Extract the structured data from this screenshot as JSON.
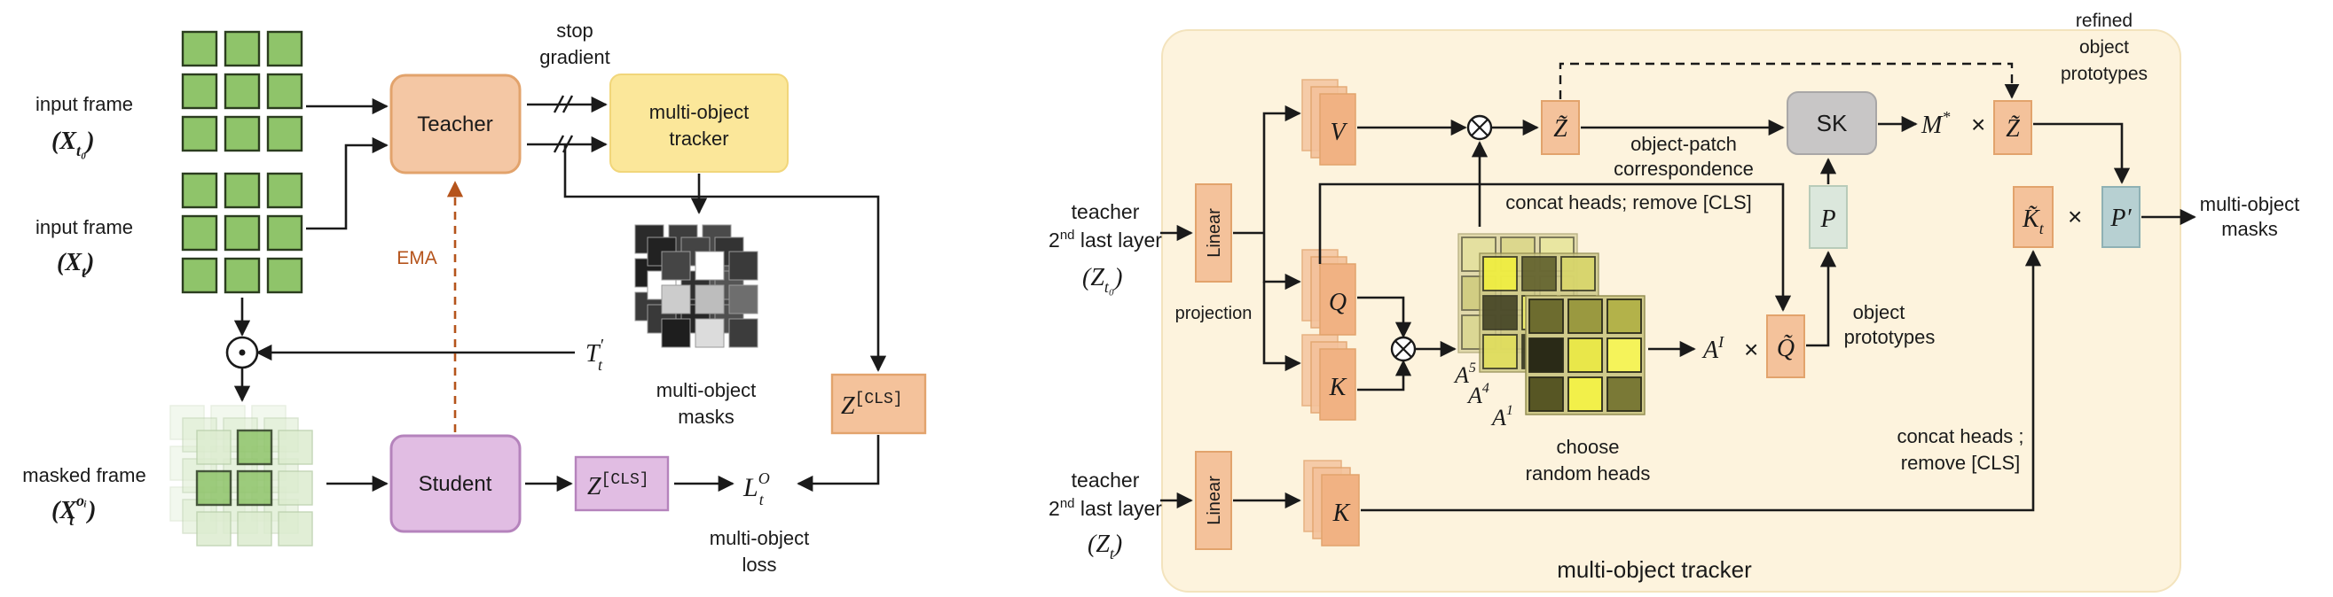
{
  "colors": {
    "grid_green": "#8fc46a",
    "grid_stroke": "#2b3d1f",
    "teacher_fill": "#f4c7a4",
    "teacher_stroke": "#e2a36c",
    "tracker_fill": "#fbe79a",
    "student_fill": "#e1bde3",
    "student_stroke": "#b583bc",
    "zcls_fill": "#f4c29b",
    "tracker_bg": "#fdf3dd",
    "sk_fill": "#c8c6c6",
    "p_fill": "#dbe7dc",
    "pprime_fill": "#b7d0d2",
    "ema_color": "#b5541c"
  },
  "left": {
    "input_frame_0": "input frame",
    "x_t0": "(X",
    "x_t0_sub": "t₀",
    "input_frame_t": "input frame",
    "x_t": "(X",
    "x_t_sub": "t",
    "masked_frame": "masked frame",
    "x_masked": "(X",
    "x_masked_sub": "t",
    "x_masked_sup": "oᵢ",
    "teacher": "Teacher",
    "student": "Student",
    "stop_gradient_1": "stop",
    "stop_gradient_2": "gradient",
    "tracker_1": "multi-object",
    "tracker_2": "tracker",
    "masks_1": "multi-object",
    "masks_2": "masks",
    "ema": "EMA",
    "t_prime": "T",
    "t_prime_sub": "t",
    "t_prime_sup": "′",
    "z_cls": "Z",
    "z_cls_sup": "[CLS]",
    "z_cls2": "Z",
    "z_cls2_sup": "[CLS]",
    "loss_sym": "L",
    "loss_sub": "t",
    "loss_sup": "O",
    "loss_1": "multi-object",
    "loss_2": "loss"
  },
  "right": {
    "teacher_top_1": "teacher",
    "teacher_top_2": "2",
    "teacher_top_2_sup": "nd",
    "teacher_top_2_rest": " last layer",
    "teacher_top_3": "(Z",
    "teacher_top_3_sub": "t₀",
    "teacher_bot_1": "teacher",
    "teacher_bot_2": "2",
    "teacher_bot_2_sup": "nd",
    "teacher_bot_2_rest": " last layer",
    "teacher_bot_3": "(Z",
    "teacher_bot_3_sub": "t",
    "linear": "Linear",
    "projection": "projection",
    "v": "V",
    "q": "Q",
    "k": "K",
    "k_bottom": "K",
    "z_tilde": "Z̃",
    "z_tilde_2": "Z̃",
    "sk": "SK",
    "m_star": "M",
    "m_star_sup": "*",
    "times": "×",
    "correspondence_1": "object-patch",
    "correspondence_2": "correspondence",
    "concat_heads": "concat heads; remove [CLS]",
    "p": "P",
    "p_prime": "P′",
    "k_t_tilde": "K̃",
    "k_t_tilde_sub": "t",
    "a5": "A",
    "a5_sup": "5",
    "a4": "A",
    "a4_sup": "4",
    "a1": "A",
    "a1_sup": "1",
    "a_i": "A",
    "a_i_sup": "I",
    "q_tilde": "Q̃",
    "object_prototypes_1": "object",
    "object_prototypes_2": "prototypes",
    "choose_1": "choose",
    "choose_2": "random heads",
    "refined_1": "refined",
    "refined_2": "object",
    "refined_3": "prototypes",
    "output_1": "multi-object",
    "output_2": "masks",
    "concat_heads_2_1": "concat heads ;",
    "concat_heads_2_2": "remove [CLS]",
    "tracker_title": "multi-object tracker"
  }
}
